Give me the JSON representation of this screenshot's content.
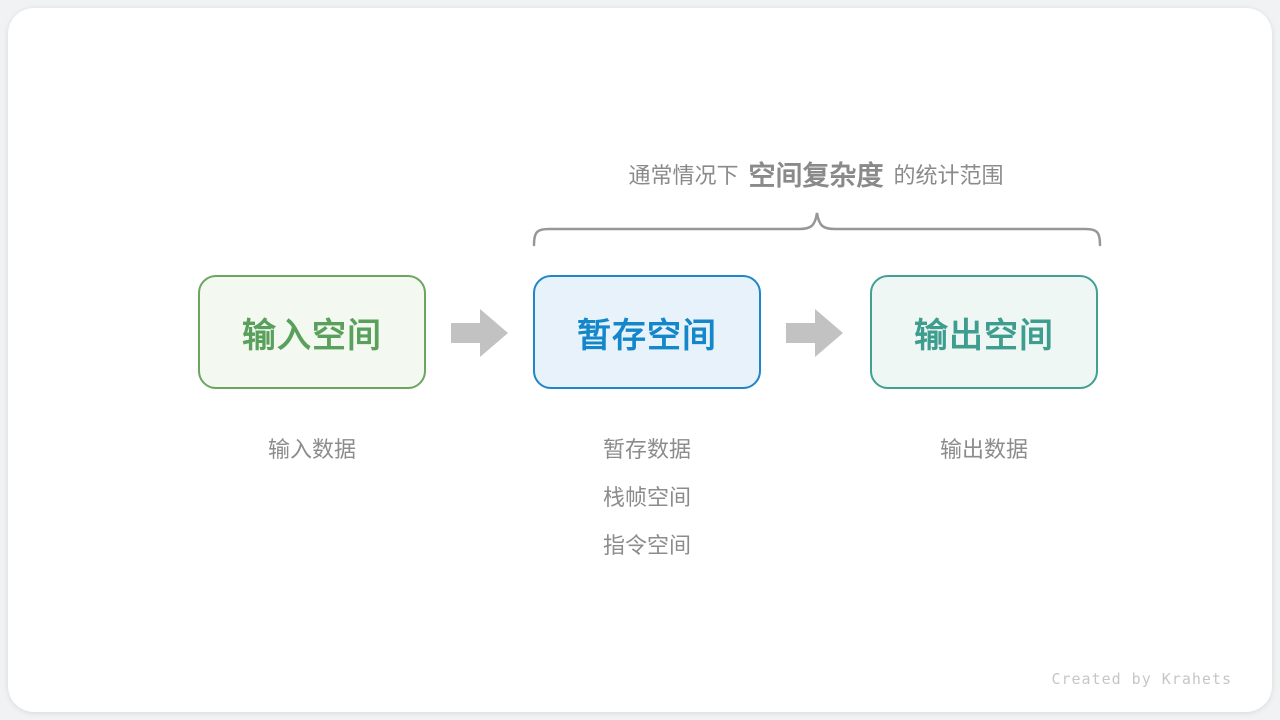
{
  "diagram": {
    "annotation": {
      "prefix": "通常情况下",
      "highlight": "空间复杂度",
      "suffix": "的统计范围"
    },
    "columns": [
      {
        "id": "input",
        "box_label": "输入空间",
        "items": [
          "输入数据"
        ]
      },
      {
        "id": "temporary",
        "box_label": "暂存空间",
        "items": [
          "暂存数据",
          "栈帧空间",
          "指令空间"
        ]
      },
      {
        "id": "output",
        "box_label": "输出空间",
        "items": [
          "输出数据"
        ]
      }
    ],
    "credit": "Created by Krahets"
  },
  "icons": {
    "arrow": "right-block-arrow",
    "brace": "overbrace"
  },
  "colors": {
    "canvas_bg": "#f1f2f3",
    "card_bg": "#ffffff",
    "green_border": "#6ba55f",
    "green_text": "#58a05c",
    "green_bg": "#f3f9f0",
    "blue_border": "#1f86cb",
    "blue_text": "#1486ca",
    "blue_bg": "#e7f2fb",
    "teal_border": "#41a093",
    "teal_text": "#3f9d8f",
    "teal_bg": "#eef7f3",
    "arrow_gray": "#c2c2c2",
    "label_gray": "#8c8c8c",
    "title_gray": "#8a8a8a",
    "brace_gray": "#979797",
    "credit_gray": "#c6c6c6"
  }
}
